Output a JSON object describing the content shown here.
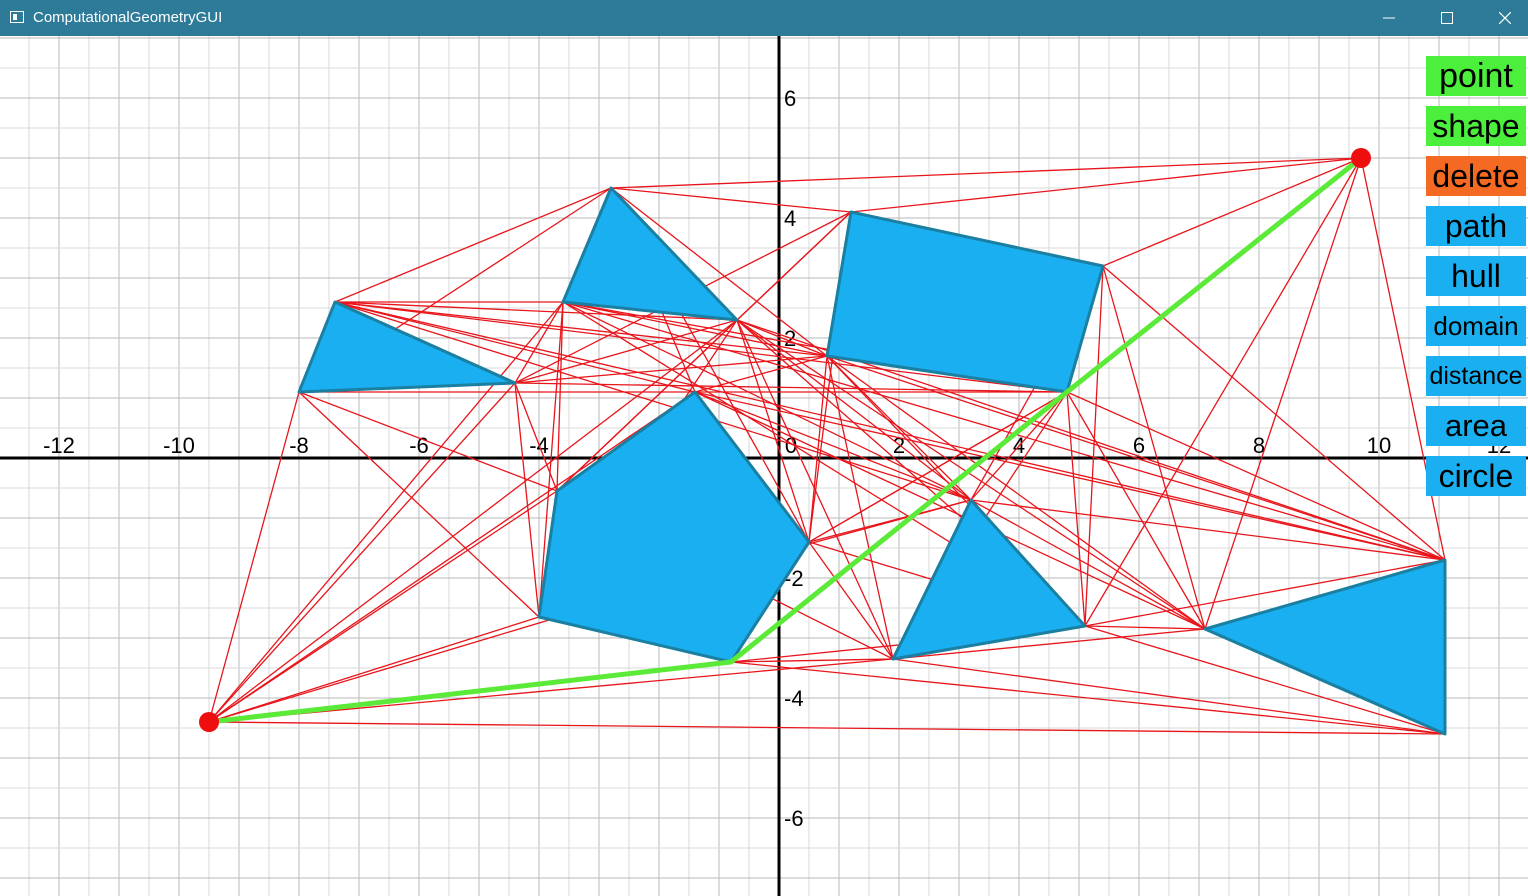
{
  "window": {
    "title": "ComputationalGeometryGUI"
  },
  "axes": {
    "x_ticks": [
      -12,
      -10,
      -8,
      -6,
      -4,
      0,
      2,
      4,
      6,
      8,
      10,
      12
    ],
    "y_ticks": [
      6,
      4,
      2,
      -2,
      -4,
      -6
    ]
  },
  "toolbar": {
    "buttons": [
      {
        "label": "point",
        "color": "#4cf03c"
      },
      {
        "label": "shape",
        "color": "#4cf03c"
      },
      {
        "label": "delete",
        "color": "#f56a22"
      },
      {
        "label": "path",
        "color": "#1aaff0"
      },
      {
        "label": "hull",
        "color": "#1aaff0"
      },
      {
        "label": "domain",
        "color": "#1aaff0"
      },
      {
        "label": "distance",
        "color": "#1aaff0"
      },
      {
        "label": "area",
        "color": "#1aaff0"
      },
      {
        "label": "circle",
        "color": "#1aaff0"
      }
    ]
  },
  "scene": {
    "colors": {
      "shape_fill": "#1aaff0",
      "shape_stroke": "#1a7fa0",
      "edge": "#e8151b",
      "path": "#5bea38",
      "endpoint": "#ee0e0e",
      "grid_minor": "#d8d8d8",
      "grid_major": "#b8b8b8"
    },
    "shapes": [
      [
        [
          -7.4,
          2.6
        ],
        [
          -4.4,
          1.25
        ],
        [
          -8.0,
          1.1
        ]
      ],
      [
        [
          -2.8,
          4.5
        ],
        [
          -0.7,
          2.3
        ],
        [
          -3.6,
          2.6
        ]
      ],
      [
        [
          1.2,
          4.1
        ],
        [
          5.4,
          3.2
        ],
        [
          4.8,
          1.1
        ],
        [
          0.8,
          1.7
        ]
      ],
      [
        [
          -1.4,
          1.1
        ],
        [
          0.5,
          -1.4
        ],
        [
          -0.8,
          -3.4
        ],
        [
          -4.0,
          -2.65
        ],
        [
          -3.7,
          -0.55
        ]
      ],
      [
        [
          3.2,
          -0.7
        ],
        [
          5.1,
          -2.8
        ],
        [
          1.9,
          -3.35
        ]
      ],
      [
        [
          11.1,
          -1.7
        ],
        [
          11.1,
          -4.6
        ],
        [
          7.1,
          -2.85
        ]
      ]
    ],
    "endpoints": [
      [
        -9.5,
        -4.4
      ],
      [
        9.7,
        5.0
      ]
    ],
    "path": [
      [
        -9.5,
        -4.4
      ],
      [
        -0.8,
        -3.4
      ],
      [
        4.8,
        1.1
      ],
      [
        9.7,
        5.0
      ]
    ],
    "edges": [
      [
        [
          -9.5,
          -4.4
        ],
        [
          -8.0,
          1.1
        ]
      ],
      [
        [
          -9.5,
          -4.4
        ],
        [
          -4.0,
          -2.65
        ]
      ],
      [
        [
          -9.5,
          -4.4
        ],
        [
          -3.7,
          -0.55
        ]
      ],
      [
        [
          -9.5,
          -4.4
        ],
        [
          -4.4,
          1.25
        ]
      ],
      [
        [
          -9.5,
          -4.4
        ],
        [
          -1.4,
          1.1
        ]
      ],
      [
        [
          -9.5,
          -4.4
        ],
        [
          -0.7,
          2.3
        ]
      ],
      [
        [
          -9.5,
          -4.4
        ],
        [
          -3.6,
          2.6
        ]
      ],
      [
        [
          -9.5,
          -4.4
        ],
        [
          0.5,
          -1.4
        ]
      ],
      [
        [
          -9.5,
          -4.4
        ],
        [
          1.9,
          -3.35
        ]
      ],
      [
        [
          -9.5,
          -4.4
        ],
        [
          11.1,
          -4.6
        ]
      ],
      [
        [
          -9.5,
          -4.4
        ],
        [
          -0.8,
          -3.4
        ]
      ],
      [
        [
          -8.0,
          1.1
        ],
        [
          -2.8,
          4.5
        ]
      ],
      [
        [
          -8.0,
          1.1
        ],
        [
          -4.0,
          -2.65
        ]
      ],
      [
        [
          -8.0,
          1.1
        ],
        [
          -3.7,
          -0.55
        ]
      ],
      [
        [
          -8.0,
          1.1
        ],
        [
          -1.4,
          1.1
        ]
      ],
      [
        [
          -7.4,
          2.6
        ],
        [
          -2.8,
          4.5
        ]
      ],
      [
        [
          -7.4,
          2.6
        ],
        [
          -0.7,
          2.3
        ]
      ],
      [
        [
          -7.4,
          2.6
        ],
        [
          0.8,
          1.7
        ]
      ],
      [
        [
          -7.4,
          2.6
        ],
        [
          4.8,
          1.1
        ]
      ],
      [
        [
          -7.4,
          2.6
        ],
        [
          3.2,
          -0.7
        ]
      ],
      [
        [
          -7.4,
          2.6
        ],
        [
          11.1,
          -1.7
        ]
      ],
      [
        [
          -7.4,
          2.6
        ],
        [
          -1.4,
          1.1
        ]
      ],
      [
        [
          -7.4,
          2.6
        ],
        [
          -3.6,
          2.6
        ]
      ],
      [
        [
          -2.8,
          4.5
        ],
        [
          9.7,
          5.0
        ]
      ],
      [
        [
          -2.8,
          4.5
        ],
        [
          1.2,
          4.1
        ]
      ],
      [
        [
          -2.8,
          4.5
        ],
        [
          0.5,
          -1.4
        ]
      ],
      [
        [
          -2.8,
          4.5
        ],
        [
          0.8,
          1.7
        ]
      ],
      [
        [
          -2.8,
          4.5
        ],
        [
          -1.4,
          1.1
        ]
      ],
      [
        [
          -4.4,
          1.25
        ],
        [
          -3.6,
          2.6
        ]
      ],
      [
        [
          -4.4,
          1.25
        ],
        [
          -0.7,
          2.3
        ]
      ],
      [
        [
          -4.4,
          1.25
        ],
        [
          0.8,
          1.7
        ]
      ],
      [
        [
          -4.4,
          1.25
        ],
        [
          4.8,
          1.1
        ]
      ],
      [
        [
          -4.4,
          1.25
        ],
        [
          -4.0,
          -2.65
        ]
      ],
      [
        [
          -4.4,
          1.25
        ],
        [
          -3.7,
          -0.55
        ]
      ],
      [
        [
          -4.4,
          1.25
        ],
        [
          1.2,
          4.1
        ]
      ],
      [
        [
          -3.6,
          2.6
        ],
        [
          -4.0,
          -2.65
        ]
      ],
      [
        [
          -3.6,
          2.6
        ],
        [
          -3.7,
          -0.55
        ]
      ],
      [
        [
          -3.6,
          2.6
        ],
        [
          0.8,
          1.7
        ]
      ],
      [
        [
          -3.6,
          2.6
        ],
        [
          4.8,
          1.1
        ]
      ],
      [
        [
          -3.6,
          2.6
        ],
        [
          3.2,
          -0.7
        ]
      ],
      [
        [
          -3.6,
          2.6
        ],
        [
          11.1,
          -1.7
        ]
      ],
      [
        [
          -3.6,
          2.6
        ],
        [
          5.1,
          -2.8
        ]
      ],
      [
        [
          -0.7,
          2.3
        ],
        [
          1.2,
          4.1
        ]
      ],
      [
        [
          -0.7,
          2.3
        ],
        [
          0.8,
          1.7
        ]
      ],
      [
        [
          -0.7,
          2.3
        ],
        [
          1.9,
          -3.35
        ]
      ],
      [
        [
          -0.7,
          2.3
        ],
        [
          5.1,
          -2.8
        ]
      ],
      [
        [
          -0.7,
          2.3
        ],
        [
          3.2,
          -0.7
        ]
      ],
      [
        [
          -0.7,
          2.3
        ],
        [
          7.1,
          -2.85
        ]
      ],
      [
        [
          -0.7,
          2.3
        ],
        [
          11.1,
          -1.7
        ]
      ],
      [
        [
          -0.7,
          2.3
        ],
        [
          -4.0,
          -2.65
        ]
      ],
      [
        [
          -0.7,
          2.3
        ],
        [
          -3.7,
          -0.55
        ]
      ],
      [
        [
          -0.7,
          2.3
        ],
        [
          0.5,
          -1.4
        ]
      ],
      [
        [
          -1.4,
          1.1
        ],
        [
          0.8,
          1.7
        ]
      ],
      [
        [
          -1.4,
          1.1
        ],
        [
          4.8,
          1.1
        ]
      ],
      [
        [
          -1.4,
          1.1
        ],
        [
          11.1,
          -1.7
        ]
      ],
      [
        [
          -1.4,
          1.1
        ],
        [
          3.2,
          -0.7
        ]
      ],
      [
        [
          -1.4,
          1.1
        ],
        [
          7.1,
          -2.85
        ]
      ],
      [
        [
          1.2,
          4.1
        ],
        [
          9.7,
          5.0
        ]
      ],
      [
        [
          1.2,
          4.1
        ],
        [
          -3.7,
          -0.55
        ]
      ],
      [
        [
          1.2,
          4.1
        ],
        [
          0.5,
          -1.4
        ]
      ],
      [
        [
          0.8,
          1.7
        ],
        [
          0.5,
          -1.4
        ]
      ],
      [
        [
          0.8,
          1.7
        ],
        [
          1.9,
          -3.35
        ]
      ],
      [
        [
          0.8,
          1.7
        ],
        [
          3.2,
          -0.7
        ]
      ],
      [
        [
          0.8,
          1.7
        ],
        [
          5.1,
          -2.8
        ]
      ],
      [
        [
          0.8,
          1.7
        ],
        [
          7.1,
          -2.85
        ]
      ],
      [
        [
          0.8,
          1.7
        ],
        [
          11.1,
          -1.7
        ]
      ],
      [
        [
          5.4,
          3.2
        ],
        [
          9.7,
          5.0
        ]
      ],
      [
        [
          5.4,
          3.2
        ],
        [
          11.1,
          -1.7
        ]
      ],
      [
        [
          5.4,
          3.2
        ],
        [
          5.1,
          -2.8
        ]
      ],
      [
        [
          5.4,
          3.2
        ],
        [
          7.1,
          -2.85
        ]
      ],
      [
        [
          5.4,
          3.2
        ],
        [
          3.2,
          -0.7
        ]
      ],
      [
        [
          4.8,
          1.1
        ],
        [
          9.7,
          5.0
        ]
      ],
      [
        [
          4.8,
          1.1
        ],
        [
          5.1,
          -2.8
        ]
      ],
      [
        [
          4.8,
          1.1
        ],
        [
          3.2,
          -0.7
        ]
      ],
      [
        [
          4.8,
          1.1
        ],
        [
          0.5,
          -1.4
        ]
      ],
      [
        [
          4.8,
          1.1
        ],
        [
          7.1,
          -2.85
        ]
      ],
      [
        [
          4.8,
          1.1
        ],
        [
          11.1,
          -1.7
        ]
      ],
      [
        [
          4.8,
          1.1
        ],
        [
          1.9,
          -3.35
        ]
      ],
      [
        [
          9.7,
          5.0
        ],
        [
          11.1,
          -1.7
        ]
      ],
      [
        [
          9.7,
          5.0
        ],
        [
          5.1,
          -2.8
        ]
      ],
      [
        [
          9.7,
          5.0
        ],
        [
          7.1,
          -2.85
        ]
      ],
      [
        [
          0.5,
          -1.4
        ],
        [
          1.9,
          -3.35
        ]
      ],
      [
        [
          0.5,
          -1.4
        ],
        [
          3.2,
          -0.7
        ]
      ],
      [
        [
          0.5,
          -1.4
        ],
        [
          5.1,
          -2.8
        ]
      ],
      [
        [
          0.5,
          -1.4
        ],
        [
          4.8,
          1.1
        ]
      ],
      [
        [
          -0.8,
          -3.4
        ],
        [
          1.9,
          -3.35
        ]
      ],
      [
        [
          -0.8,
          -3.4
        ],
        [
          11.1,
          -4.6
        ]
      ],
      [
        [
          -0.8,
          -3.4
        ],
        [
          5.1,
          -2.8
        ]
      ],
      [
        [
          1.9,
          -3.35
        ],
        [
          5.1,
          -2.8
        ]
      ],
      [
        [
          1.9,
          -3.35
        ],
        [
          7.1,
          -2.85
        ]
      ],
      [
        [
          1.9,
          -3.35
        ],
        [
          11.1,
          -4.6
        ]
      ],
      [
        [
          1.9,
          -3.35
        ],
        [
          -3.7,
          -0.55
        ]
      ],
      [
        [
          3.2,
          -0.7
        ],
        [
          11.1,
          -1.7
        ]
      ],
      [
        [
          3.2,
          -0.7
        ],
        [
          7.1,
          -2.85
        ]
      ],
      [
        [
          3.2,
          -0.7
        ],
        [
          -4.0,
          -2.65
        ]
      ],
      [
        [
          5.1,
          -2.8
        ],
        [
          7.1,
          -2.85
        ]
      ],
      [
        [
          5.1,
          -2.8
        ],
        [
          11.1,
          -1.7
        ]
      ],
      [
        [
          5.1,
          -2.8
        ],
        [
          11.1,
          -4.6
        ]
      ],
      [
        [
          7.1,
          -2.85
        ],
        [
          11.1,
          -4.6
        ]
      ],
      [
        [
          7.1,
          -2.85
        ],
        [
          11.1,
          -1.7
        ]
      ],
      [
        [
          -4.0,
          -2.65
        ],
        [
          -0.8,
          -3.4
        ]
      ],
      [
        [
          -4.0,
          -2.65
        ],
        [
          0.5,
          -1.4
        ]
      ]
    ]
  }
}
